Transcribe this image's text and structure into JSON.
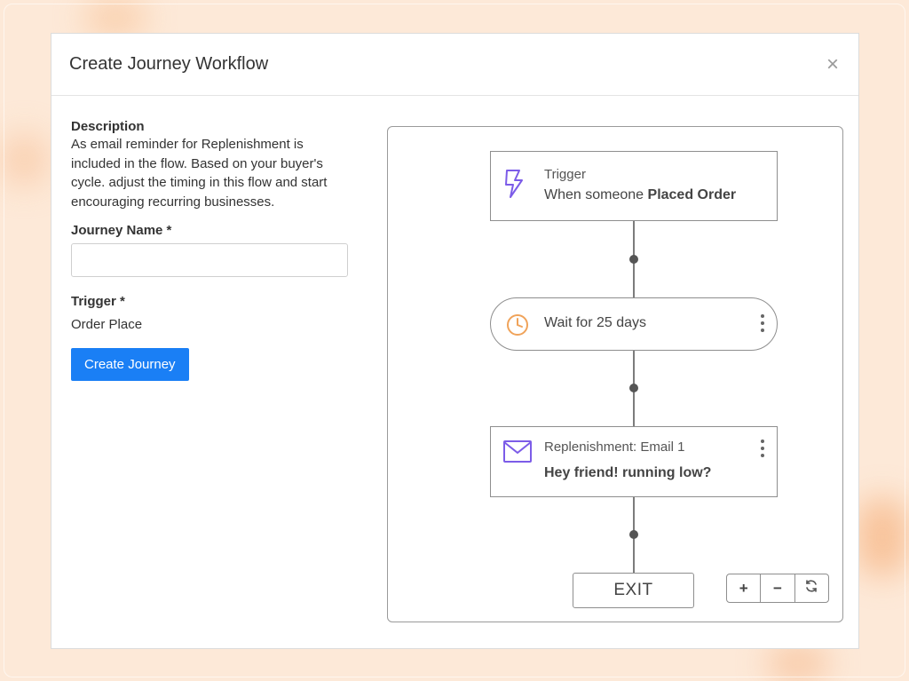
{
  "modal": {
    "title": "Create Journey Workflow",
    "close_symbol": "×"
  },
  "form": {
    "description_label": "Description",
    "description_text": "As email reminder for Replenishment is included in the flow. Based on your buyer's cycle. adjust the timing in this flow and start encouraging recurring businesses.",
    "journey_name_label": "Journey Name *",
    "journey_name_value": "",
    "trigger_label": "Trigger *",
    "trigger_value": "Order Place",
    "create_button_label": "Create Journey"
  },
  "workflow": {
    "trigger_node": {
      "icon": "lightning-icon",
      "title": "Trigger",
      "prefix": "When someone ",
      "event": "Placed Order"
    },
    "wait_node": {
      "icon": "clock-icon",
      "label": "Wait for 25 days"
    },
    "email_node": {
      "icon": "envelope-icon",
      "title": "Replenishment: Email 1",
      "subject": "Hey friend! running low?"
    },
    "exit_node": {
      "label": "EXIT"
    },
    "zoom_controls": {
      "zoom_in": "+",
      "zoom_out": "−",
      "reset_icon": "refresh-icon"
    }
  },
  "colors": {
    "primary": "#1a7ff5",
    "trigger_icon": "#7c5ce8",
    "wait_icon": "#f0a35a",
    "email_icon": "#7c5ce8",
    "background": "#fde9d8"
  }
}
